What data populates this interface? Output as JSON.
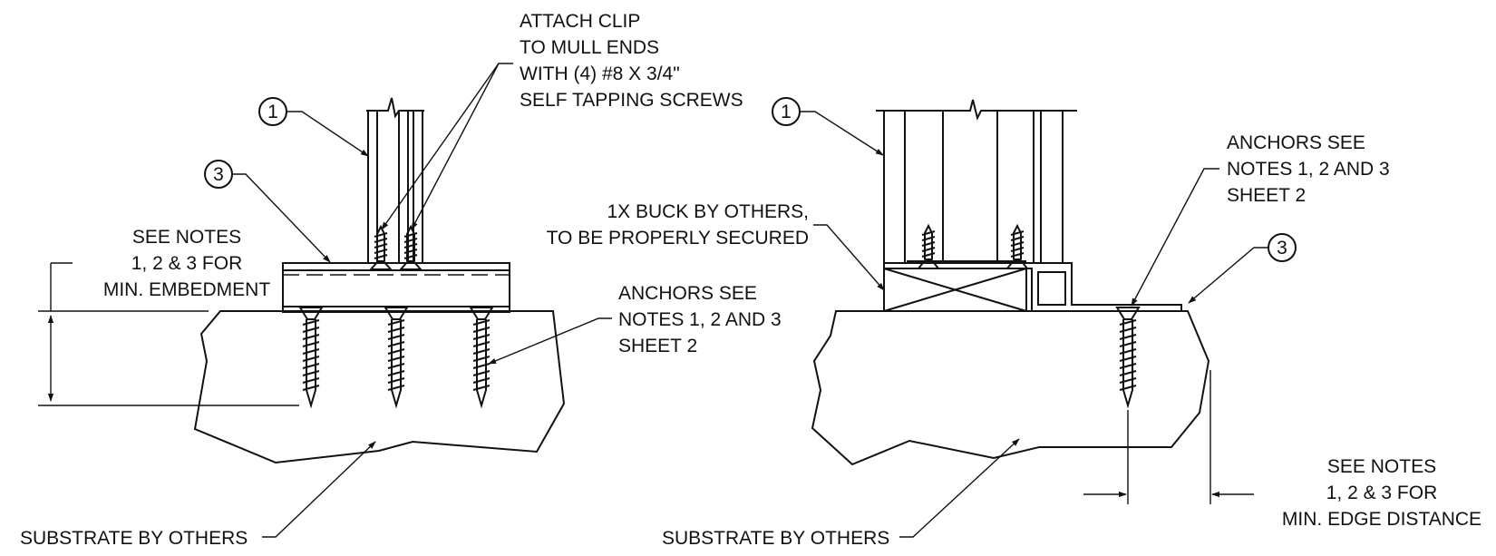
{
  "left_detail": {
    "callout_1": "1",
    "callout_3": "3",
    "attach_note": [
      "ATTACH CLIP",
      "TO MULL ENDS",
      "WITH (4) #8 X 3/4\"",
      "SELF TAPPING SCREWS"
    ],
    "embedment_note": [
      "SEE NOTES",
      "1, 2 & 3 FOR",
      "MIN. EMBEDMENT"
    ],
    "anchors_note": [
      "ANCHORS SEE",
      "NOTES 1, 2 AND 3",
      "SHEET 2"
    ],
    "substrate_label": "SUBSTRATE BY OTHERS"
  },
  "right_detail": {
    "callout_1": "1",
    "callout_3": "3",
    "anchors_note": [
      "ANCHORS SEE",
      "NOTES 1, 2 AND 3",
      "SHEET 2"
    ],
    "buck_note": [
      "1X BUCK BY OTHERS,",
      "TO BE PROPERLY SECURED"
    ],
    "edge_note": [
      "SEE NOTES",
      "1, 2 & 3 FOR",
      "MIN. EDGE DISTANCE"
    ],
    "substrate_label": "SUBSTRATE BY OTHERS"
  }
}
